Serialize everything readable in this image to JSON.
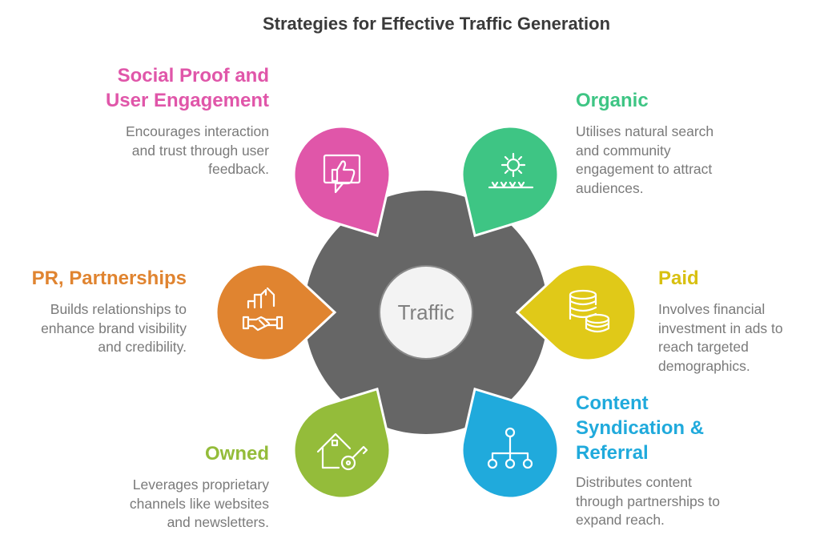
{
  "title": "Strategies for Effective Traffic Generation",
  "hub": {
    "label": "Traffic",
    "color": "#666666",
    "inner_color": "#f3f3f3"
  },
  "items": [
    {
      "key": "social",
      "heading": "Social Proof and User Engagement",
      "heading_lines": [
        "Social Proof and",
        "User Engagement"
      ],
      "body_lines": [
        "Encourages interaction",
        "and trust through user",
        "feedback."
      ],
      "color": "#e056a9",
      "icon": "thumbs-up-icon"
    },
    {
      "key": "organic",
      "heading": "Organic",
      "heading_lines": [
        "Organic"
      ],
      "body_lines": [
        "Utilises natural search",
        "and community",
        "engagement to attract",
        "audiences."
      ],
      "color": "#3ec584",
      "icon": "sun-grass-icon"
    },
    {
      "key": "pr",
      "heading": "PR, Partnerships",
      "heading_lines": [
        "PR, Partnerships"
      ],
      "body_lines": [
        "Builds relationships to",
        "enhance brand visibility",
        "and credibility."
      ],
      "color": "#e08430",
      "icon": "handshake-icon"
    },
    {
      "key": "paid",
      "heading": "Paid",
      "heading_lines": [
        "Paid"
      ],
      "body_lines": [
        "Involves financial",
        "investment in ads to",
        "reach targeted",
        "demographics."
      ],
      "color": "#e0c918",
      "icon": "coins-icon"
    },
    {
      "key": "owned",
      "heading": "Owned",
      "heading_lines": [
        "Owned"
      ],
      "body_lines": [
        "Leverages proprietary",
        "channels like websites",
        "and newsletters."
      ],
      "color": "#94bc3a",
      "icon": "house-key-icon"
    },
    {
      "key": "syndication",
      "heading": "Content Syndication & Referral",
      "heading_lines": [
        "Content",
        "Syndication &",
        "Referral"
      ],
      "body_lines": [
        "Distributes content",
        "through partnerships to",
        "expand reach."
      ],
      "color": "#20aadc",
      "icon": "hierarchy-icon"
    }
  ]
}
